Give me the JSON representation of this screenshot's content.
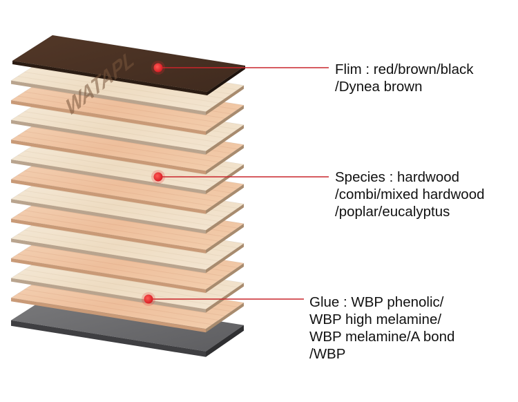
{
  "diagram": {
    "film_brand_text": "WATAPL",
    "colors": {
      "film": "#4a3124",
      "face_veneer": "#f1d6b8",
      "light_veneer": "#f2e3cb",
      "pink_veneer": "#eec4a3",
      "base_plate": "#6f6f71",
      "edge_shadow": "#b9a48e",
      "marker": "#e8272c",
      "leader": "#c9252b"
    },
    "layers": [
      {
        "type": "film"
      },
      {
        "type": "light"
      },
      {
        "type": "pink"
      },
      {
        "type": "light"
      },
      {
        "type": "pink"
      },
      {
        "type": "light"
      },
      {
        "type": "pink"
      },
      {
        "type": "light"
      },
      {
        "type": "pink"
      },
      {
        "type": "light"
      },
      {
        "type": "pink"
      },
      {
        "type": "light"
      },
      {
        "type": "pink"
      },
      {
        "type": "base"
      }
    ]
  },
  "callouts": [
    {
      "id": "film",
      "lines": [
        "Flim : red/brown/black",
        "/Dynea brown"
      ]
    },
    {
      "id": "species",
      "lines": [
        "Species : hardwood",
        "/combi/mixed hardwood",
        "/poplar/eucalyptus"
      ]
    },
    {
      "id": "glue",
      "lines": [
        "Glue : WBP phenolic/",
        "WBP high melamine/",
        "WBP melamine/A bond",
        "/WBP"
      ]
    }
  ]
}
